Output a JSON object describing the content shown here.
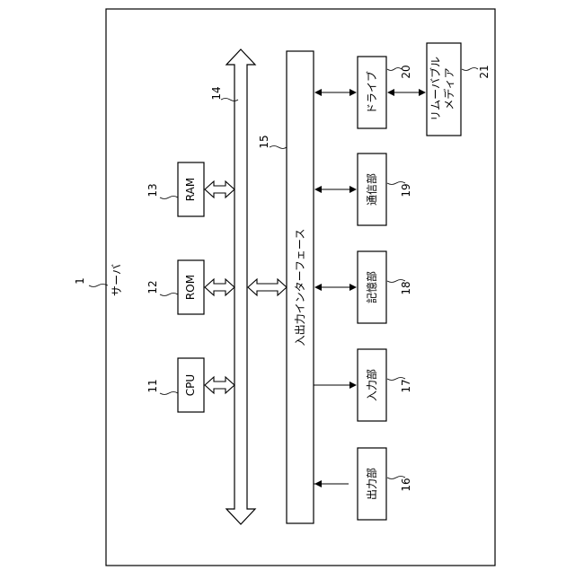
{
  "server": {
    "ref": "1",
    "label": "サーバ"
  },
  "blocks": [
    {
      "key": "cpu",
      "ref": "11",
      "label": "CPU"
    },
    {
      "key": "rom",
      "ref": "12",
      "label": "ROM"
    },
    {
      "key": "ram",
      "ref": "13",
      "label": "RAM"
    },
    {
      "key": "output",
      "ref": "16",
      "label": "出力部"
    },
    {
      "key": "input",
      "ref": "17",
      "label": "入力部"
    },
    {
      "key": "storage",
      "ref": "18",
      "label": "記憶部"
    },
    {
      "key": "comm",
      "ref": "19",
      "label": "通信部"
    },
    {
      "key": "drive",
      "ref": "20",
      "label": "ドライブ"
    }
  ],
  "removable_media": {
    "ref": "21",
    "line1": "リムーバブル",
    "line2": "メディア"
  },
  "bus": {
    "ref": "14"
  },
  "io_interface": {
    "ref": "15",
    "label": "入出力インターフェース"
  }
}
